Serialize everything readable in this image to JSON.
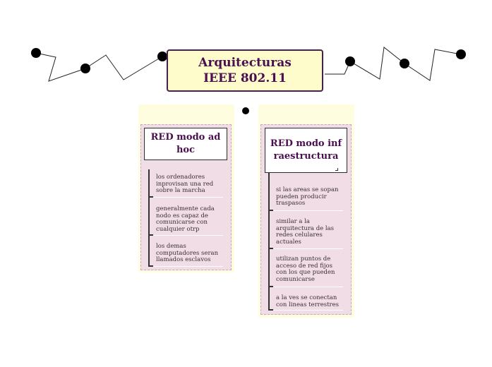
{
  "main_topic": {
    "title": "Arquitecturas IEEE 802.11"
  },
  "left_branch": {
    "title": "RED modo ad hoc",
    "items": [
      "los ordenadores inprovisan una red sobre la marcha",
      "generalmente cada nodo es capaz de comunicarse con cualquier otrp",
      "los demas computadores seran llamados esclavos"
    ]
  },
  "right_branch": {
    "title": "RED modo infraestructura",
    "items": [
      "si las areas se sopan pueden producir traspasos",
      "similar a la arquitectura de las redes celulares actuales",
      "utilizan puntos de acceso de red fijos con los que pueden comunicarse",
      "a la ves se conectan con lineas terrestres"
    ]
  },
  "colors": {
    "title_fill": "#fffccc",
    "title_text": "#4a0f4f",
    "card_fill": "#f0dde6",
    "panel_fill": "#fffde0"
  }
}
